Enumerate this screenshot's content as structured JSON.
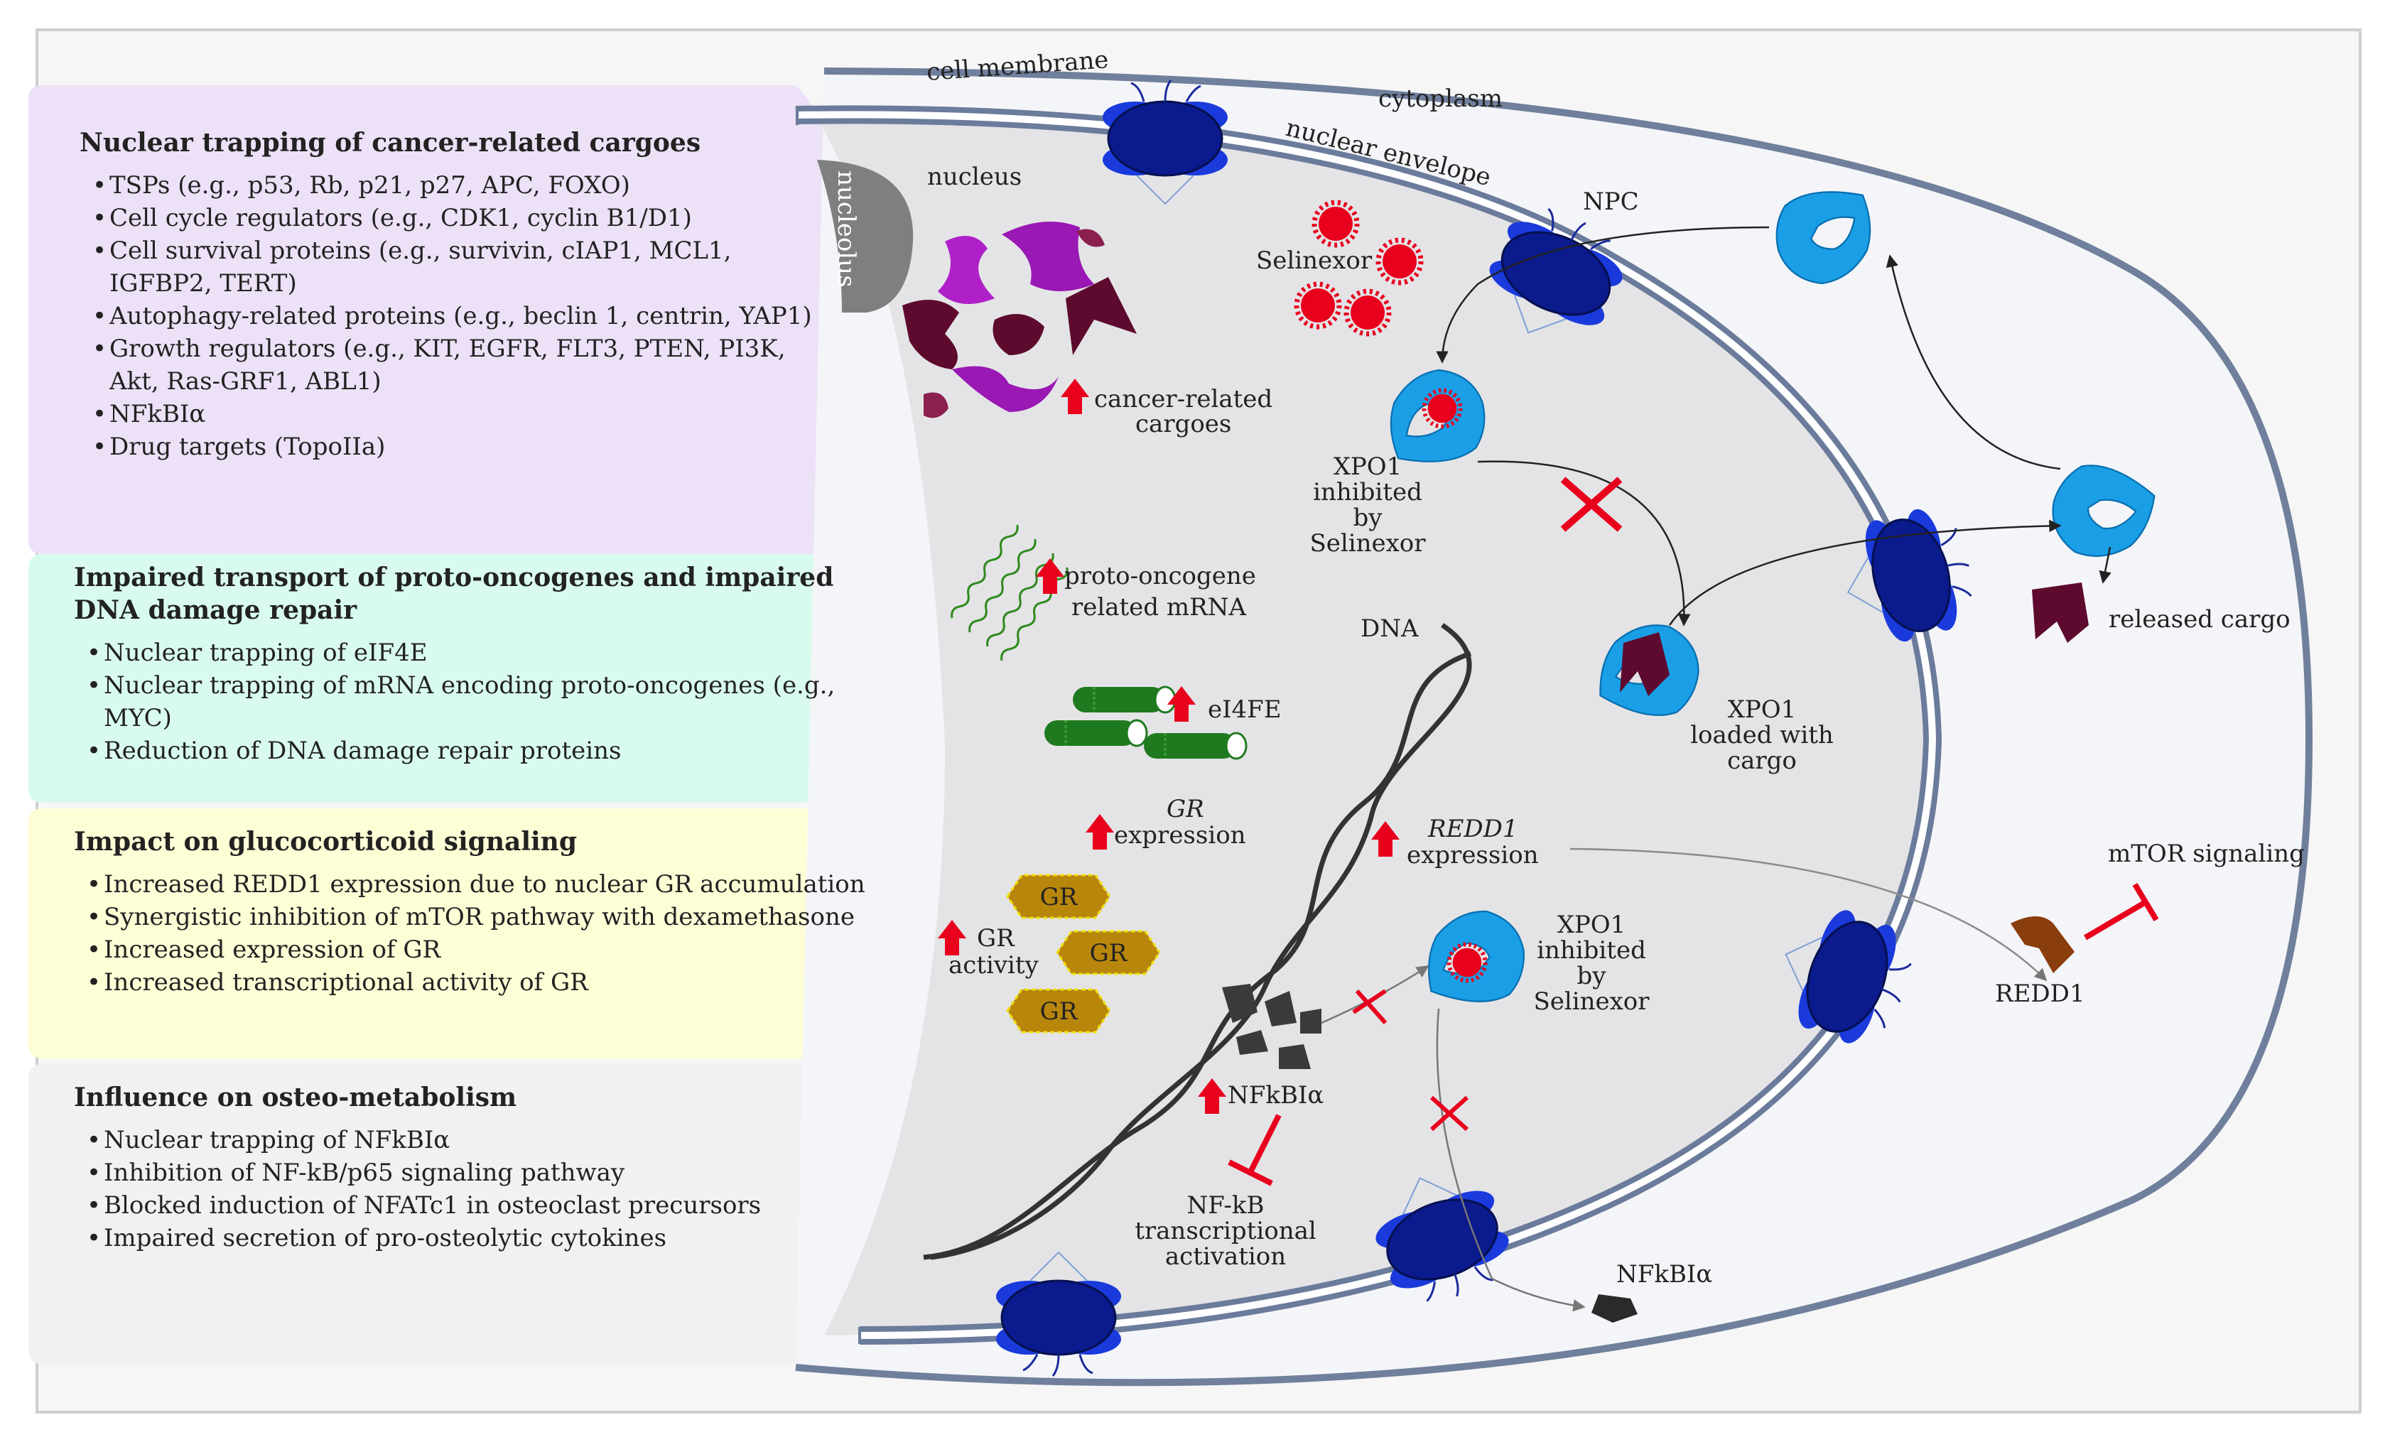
{
  "panels": [
    {
      "title": "Nuclear trapping of cancer-related cargoes",
      "items": [
        "TSPs (e.g., p53, Rb, p21, p27, APC, FOXO)",
        "Cell cycle regulators (e.g., CDK1, cyclin B1/D1)",
        "Cell survival  proteins (e.g., survivin,  cIAP1, MCL1, IGFBP2, TERT)",
        "Autophagy-related proteins (e.g., beclin 1, centrin, YAP1)",
        "Growth regulators (e.g., KIT, EGFR, FLT3, PTEN, PI3K, Akt, Ras-GRF1, ABL1)",
        "NFkBIα",
        "Drug targets (TopoIIa)"
      ]
    },
    {
      "title": "Impaired transport of proto-oncogenes and impaired DNA damage repair",
      "items": [
        "Nuclear trapping of eIF4E",
        "Nuclear trapping of mRNA encoding proto-oncogenes (e.g., MYC)",
        "Reduction of DNA damage repair proteins"
      ]
    },
    {
      "title": "Impact on glucocorticoid signaling",
      "items": [
        "Increased REDD1 expression due to nuclear GR accumulation",
        "Synergistic inhibition of mTOR pathway with dexamethasone",
        "Increased expression of GR",
        "Increased transcriptional activity of GR"
      ]
    },
    {
      "title": "Influence on osteo-metabolism",
      "items": [
        "Nuclear trapping of NFkBIα",
        "Inhibition of NF-kB/p65 signaling pathway",
        "Blocked induction of NFATc1 in osteoclast precursors",
        "Impaired secretion of pro-osteolytic cytokines"
      ]
    }
  ],
  "labels": {
    "cell_membrane": "cell membrane",
    "cytoplasm": "cytoplasm",
    "nuclear_envelope": "nuclear envelope",
    "nucleolus": "nucleolus",
    "nucleus": "nucleus",
    "npc": "NPC",
    "selinexor": "Selinexor",
    "cancer_cargoes_1": "cancer-related",
    "cancer_cargoes_2": "cargoes",
    "xpo1_inhib_a_1": "XPO1",
    "xpo1_inhib_a_2": "inhibited",
    "xpo1_inhib_a_3": "by",
    "xpo1_inhib_a_4": "Selinexor",
    "proto_mrna_1": "proto-oncogene",
    "proto_mrna_2": "related mRNA",
    "dna": "DNA",
    "eif4e": "eI4FE",
    "xpo1_loaded_1": "XPO1",
    "xpo1_loaded_2": "loaded with",
    "xpo1_loaded_3": "cargo",
    "released_cargo": "released cargo",
    "gr_expr_1": "GR",
    "gr_expr_2": "expression",
    "redd1_expr_1": "REDD1",
    "redd1_expr_2": "expression",
    "mtor": "mTOR signaling",
    "redd1": "REDD1",
    "gr_activity_1": "GR",
    "gr_activity_2": "activity",
    "gr": "GR",
    "xpo1_inhib_b_1": "XPO1",
    "xpo1_inhib_b_2": "inhibited",
    "xpo1_inhib_b_3": "by",
    "xpo1_inhib_b_4": "Selinexor",
    "nfkbia": "NFkBIα",
    "nfkb_1": "NF-kB",
    "nfkb_2": "transcriptional",
    "nfkb_3": "activation",
    "nfkbia_out": "NFkBIα"
  },
  "colors": {
    "panel1": "#ece1f6",
    "panel2": "#d9fbee",
    "panel3": "#fdfdd6",
    "panel4": "#f3f3f3",
    "npc": "#0b1a8c",
    "xpo1": "#1a9fe6",
    "selinexor": "#e8001d",
    "inhibit": "#e8001d",
    "gr": "#b8860b",
    "cargo": "#5e0a2e",
    "membrane": "#6f7f9c"
  },
  "icons": [
    "nucleolus-shape",
    "npc-icon",
    "selinexor-icon",
    "xpo1-icon",
    "up-arrow-icon",
    "inhibition-icon",
    "block-x-icon",
    "dna-helix-icon",
    "mrna-icon",
    "eif4e-icon",
    "gr-hexagon-icon",
    "nfkbia-icon",
    "redd1-icon",
    "cargo-icon"
  ]
}
